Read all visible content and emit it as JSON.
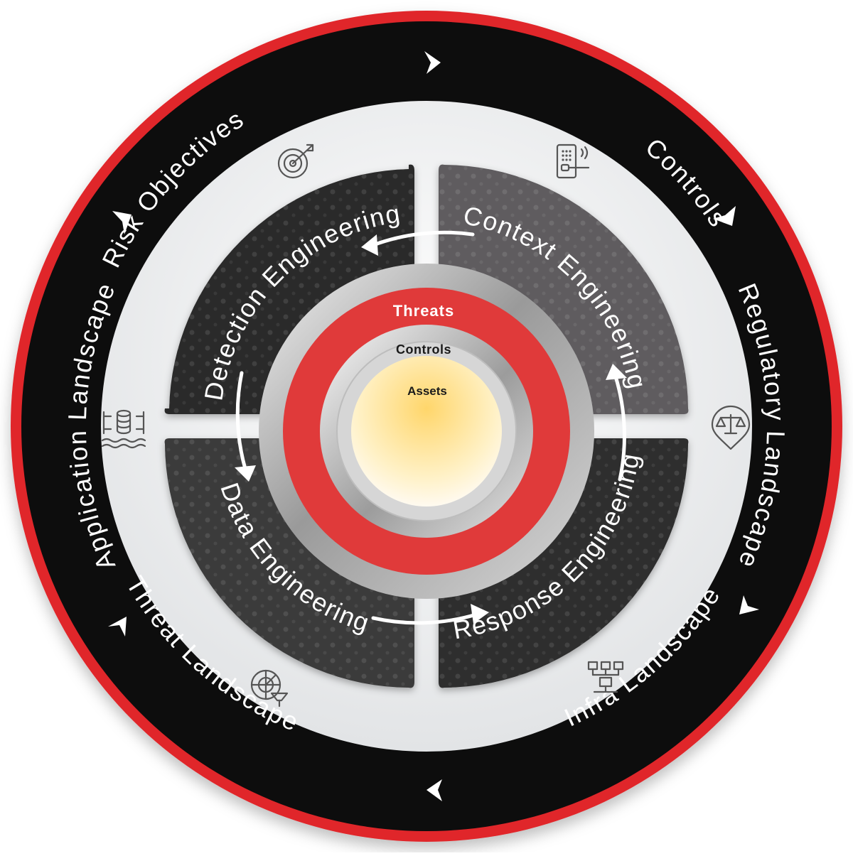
{
  "outer_ring": {
    "labels": [
      "Risk Objectives",
      "Controls",
      "Regulatory Landscape",
      "Infra Landscape",
      "Threat Landscape",
      "Application Landscape"
    ]
  },
  "quadrants": {
    "detection": "Detection Engineering",
    "context": "Context Engineering",
    "response": "Response Engineering",
    "data": "Data Engineering"
  },
  "core": {
    "threats": "Threats",
    "controls": "Controls",
    "assets": "Assets"
  },
  "icons": {
    "risk_objectives": "target-arrow-icon",
    "controls": "smart-lock-icon",
    "regulatory": "scales-pin-icon",
    "infra": "network-nodes-icon",
    "threat": "radar-icon",
    "application": "data-lake-icon"
  },
  "colors": {
    "outer_red": "#e0262a",
    "ring_black": "#0d0d0d",
    "quadrant_dark": "#2a2a2a",
    "quadrant_grey": "#5e5c5e",
    "core_red": "#e03a3a",
    "assets_yellow": "#ffd66b"
  }
}
